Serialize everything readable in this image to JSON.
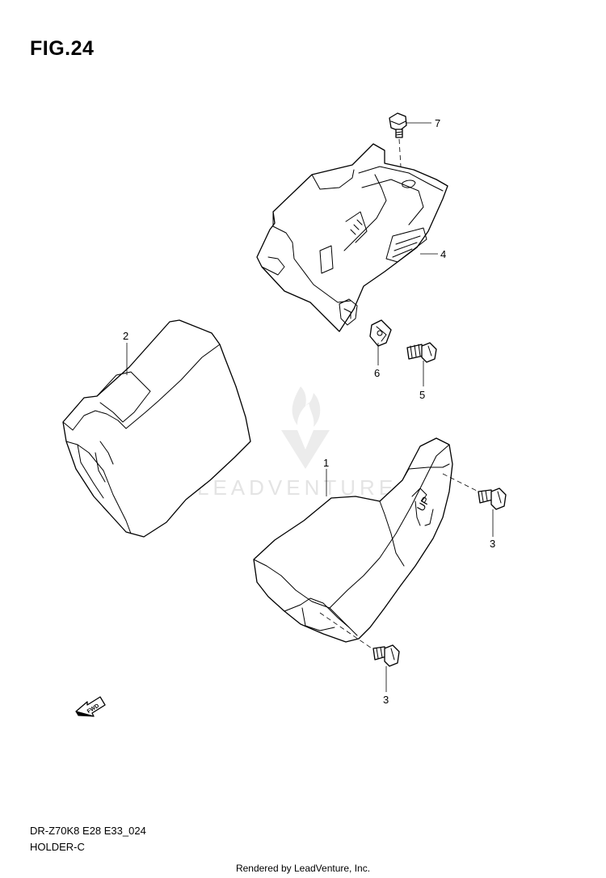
{
  "figure": {
    "title": "FIG.24"
  },
  "callouts": {
    "c1": "1",
    "c2": "2",
    "c3a": "3",
    "c3b": "3",
    "c4": "4",
    "c5": "5",
    "c6": "6",
    "c7": "7"
  },
  "embossed": {
    "up": "UP"
  },
  "direction_marker": {
    "label": "FWD",
    "icon": "fwd-arrow-icon"
  },
  "watermark": {
    "text": "LEADVENTURE",
    "icon": "leadventure-logo-icon",
    "color": "#e4e4e4"
  },
  "footer": {
    "model_code": "DR-Z70K8 E28 E33_024",
    "part_name": "HOLDER-C",
    "rendered_by": "Rendered by LeadVenture, Inc."
  }
}
